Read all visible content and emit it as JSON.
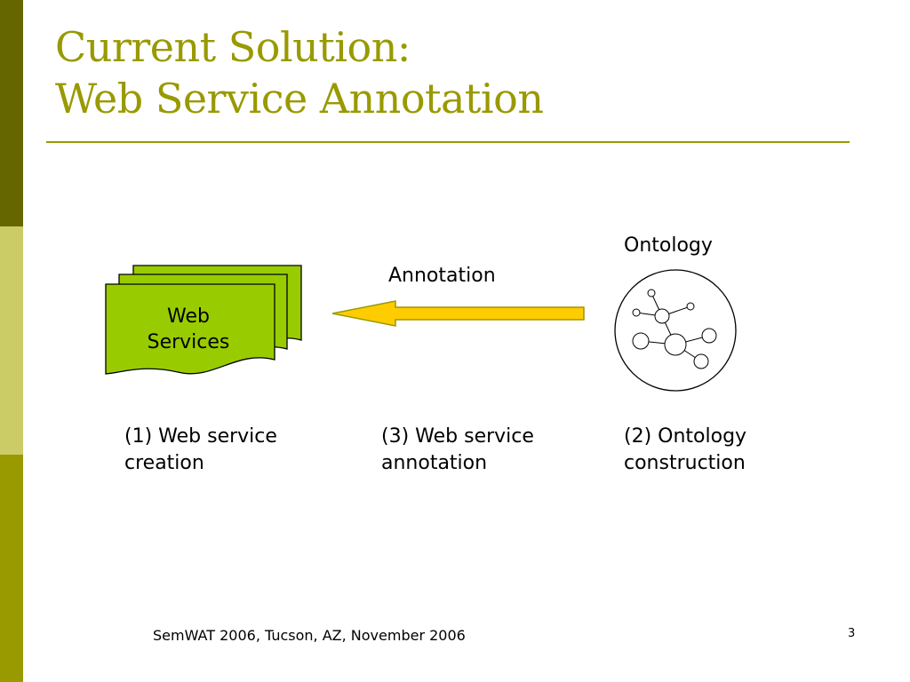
{
  "slide": {
    "title_line1": "Current Solution:",
    "title_line2": "Web Service Annotation",
    "footer": "SemWAT 2006, Tucson, AZ, November 2006",
    "page_number": "3"
  },
  "diagram": {
    "web_services_label_line1": "Web",
    "web_services_label_line2": "Services",
    "arrow_label": "Annotation",
    "ontology_label": "Ontology"
  },
  "captions": [
    {
      "line1": "(1) Web service",
      "line2": "creation"
    },
    {
      "line1": "(3) Web service",
      "line2": "annotation"
    },
    {
      "line1": "(2) Ontology",
      "line2": "construction"
    }
  ],
  "colors": {
    "accent": "#999900",
    "sidebar_dark": "#666600",
    "sidebar_light": "#cccc66",
    "document_fill": "#99cc00",
    "arrow_fill": "#ffcc00"
  }
}
